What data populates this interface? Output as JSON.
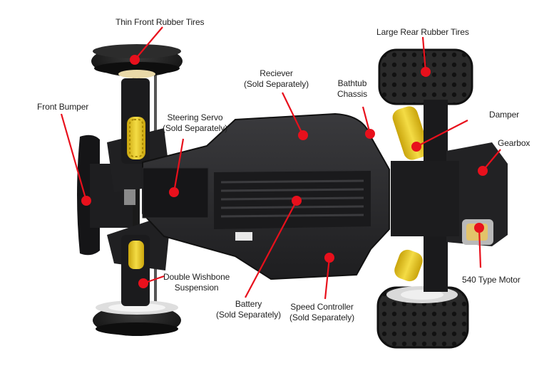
{
  "diagram": {
    "labels": {
      "front_tires": [
        "Thin Front Rubber Tires"
      ],
      "rear_tires": [
        "Large Rear Rubber Tires"
      ],
      "receiver": [
        "Reciever",
        "(Sold Separately)"
      ],
      "chassis": [
        "Bathtub",
        "Chassis"
      ],
      "front_bumper": [
        "Front Bumper"
      ],
      "steering_servo": [
        "Steering Servo",
        "(Sold Separately)"
      ],
      "damper": [
        "Damper"
      ],
      "gearbox": [
        "Gearbox"
      ],
      "suspension": [
        "Double Wishbone",
        "Suspension"
      ],
      "battery": [
        "Battery",
        "(Sold Separately)"
      ],
      "speed_controller": [
        "Speed Controller",
        "(Sold Separately)"
      ],
      "motor": [
        "540 Type Motor"
      ]
    },
    "colors": {
      "marker": "#e8101c",
      "chassis": "#2a2a2c",
      "tire": "#1c1c1c",
      "shock": "#e6c21a"
    }
  }
}
